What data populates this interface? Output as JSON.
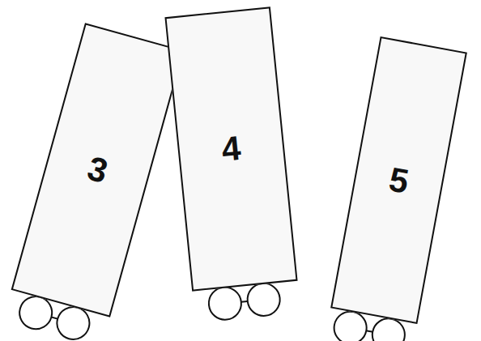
{
  "diagram": {
    "nodes": [
      {
        "text": [
          "3"
        ]
      },
      {
        "text": [
          "4"
        ]
      },
      {
        "text": [
          "5"
        ]
      }
    ]
  }
}
